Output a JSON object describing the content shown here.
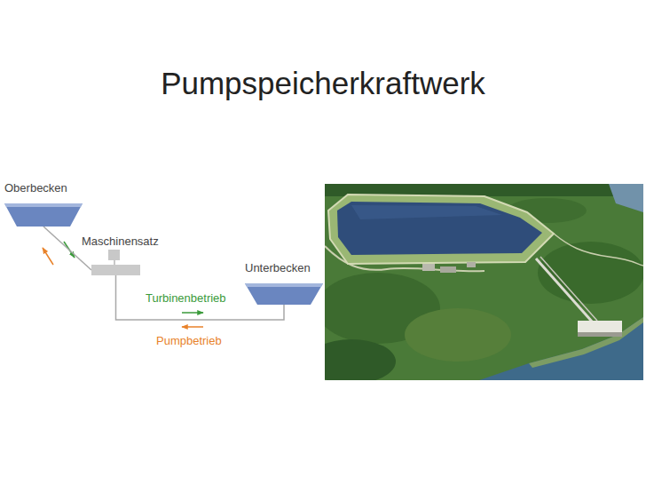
{
  "diagram": {
    "title": "Pumpspeicherkraftwerk",
    "nodes": [
      {
        "text": [
          "Oberbecken"
        ]
      },
      {
        "text": [
          "Maschinensatz"
        ]
      },
      {
        "text": [
          "Unterbecken"
        ]
      }
    ],
    "edges": [
      {
        "from": 0,
        "to": 1,
        "arrow": "none"
      },
      {
        "from": 1,
        "to": 2,
        "arrow": "none"
      }
    ],
    "labels": [
      "Turbinenbetrieb",
      "Pumpbetrieb"
    ]
  }
}
